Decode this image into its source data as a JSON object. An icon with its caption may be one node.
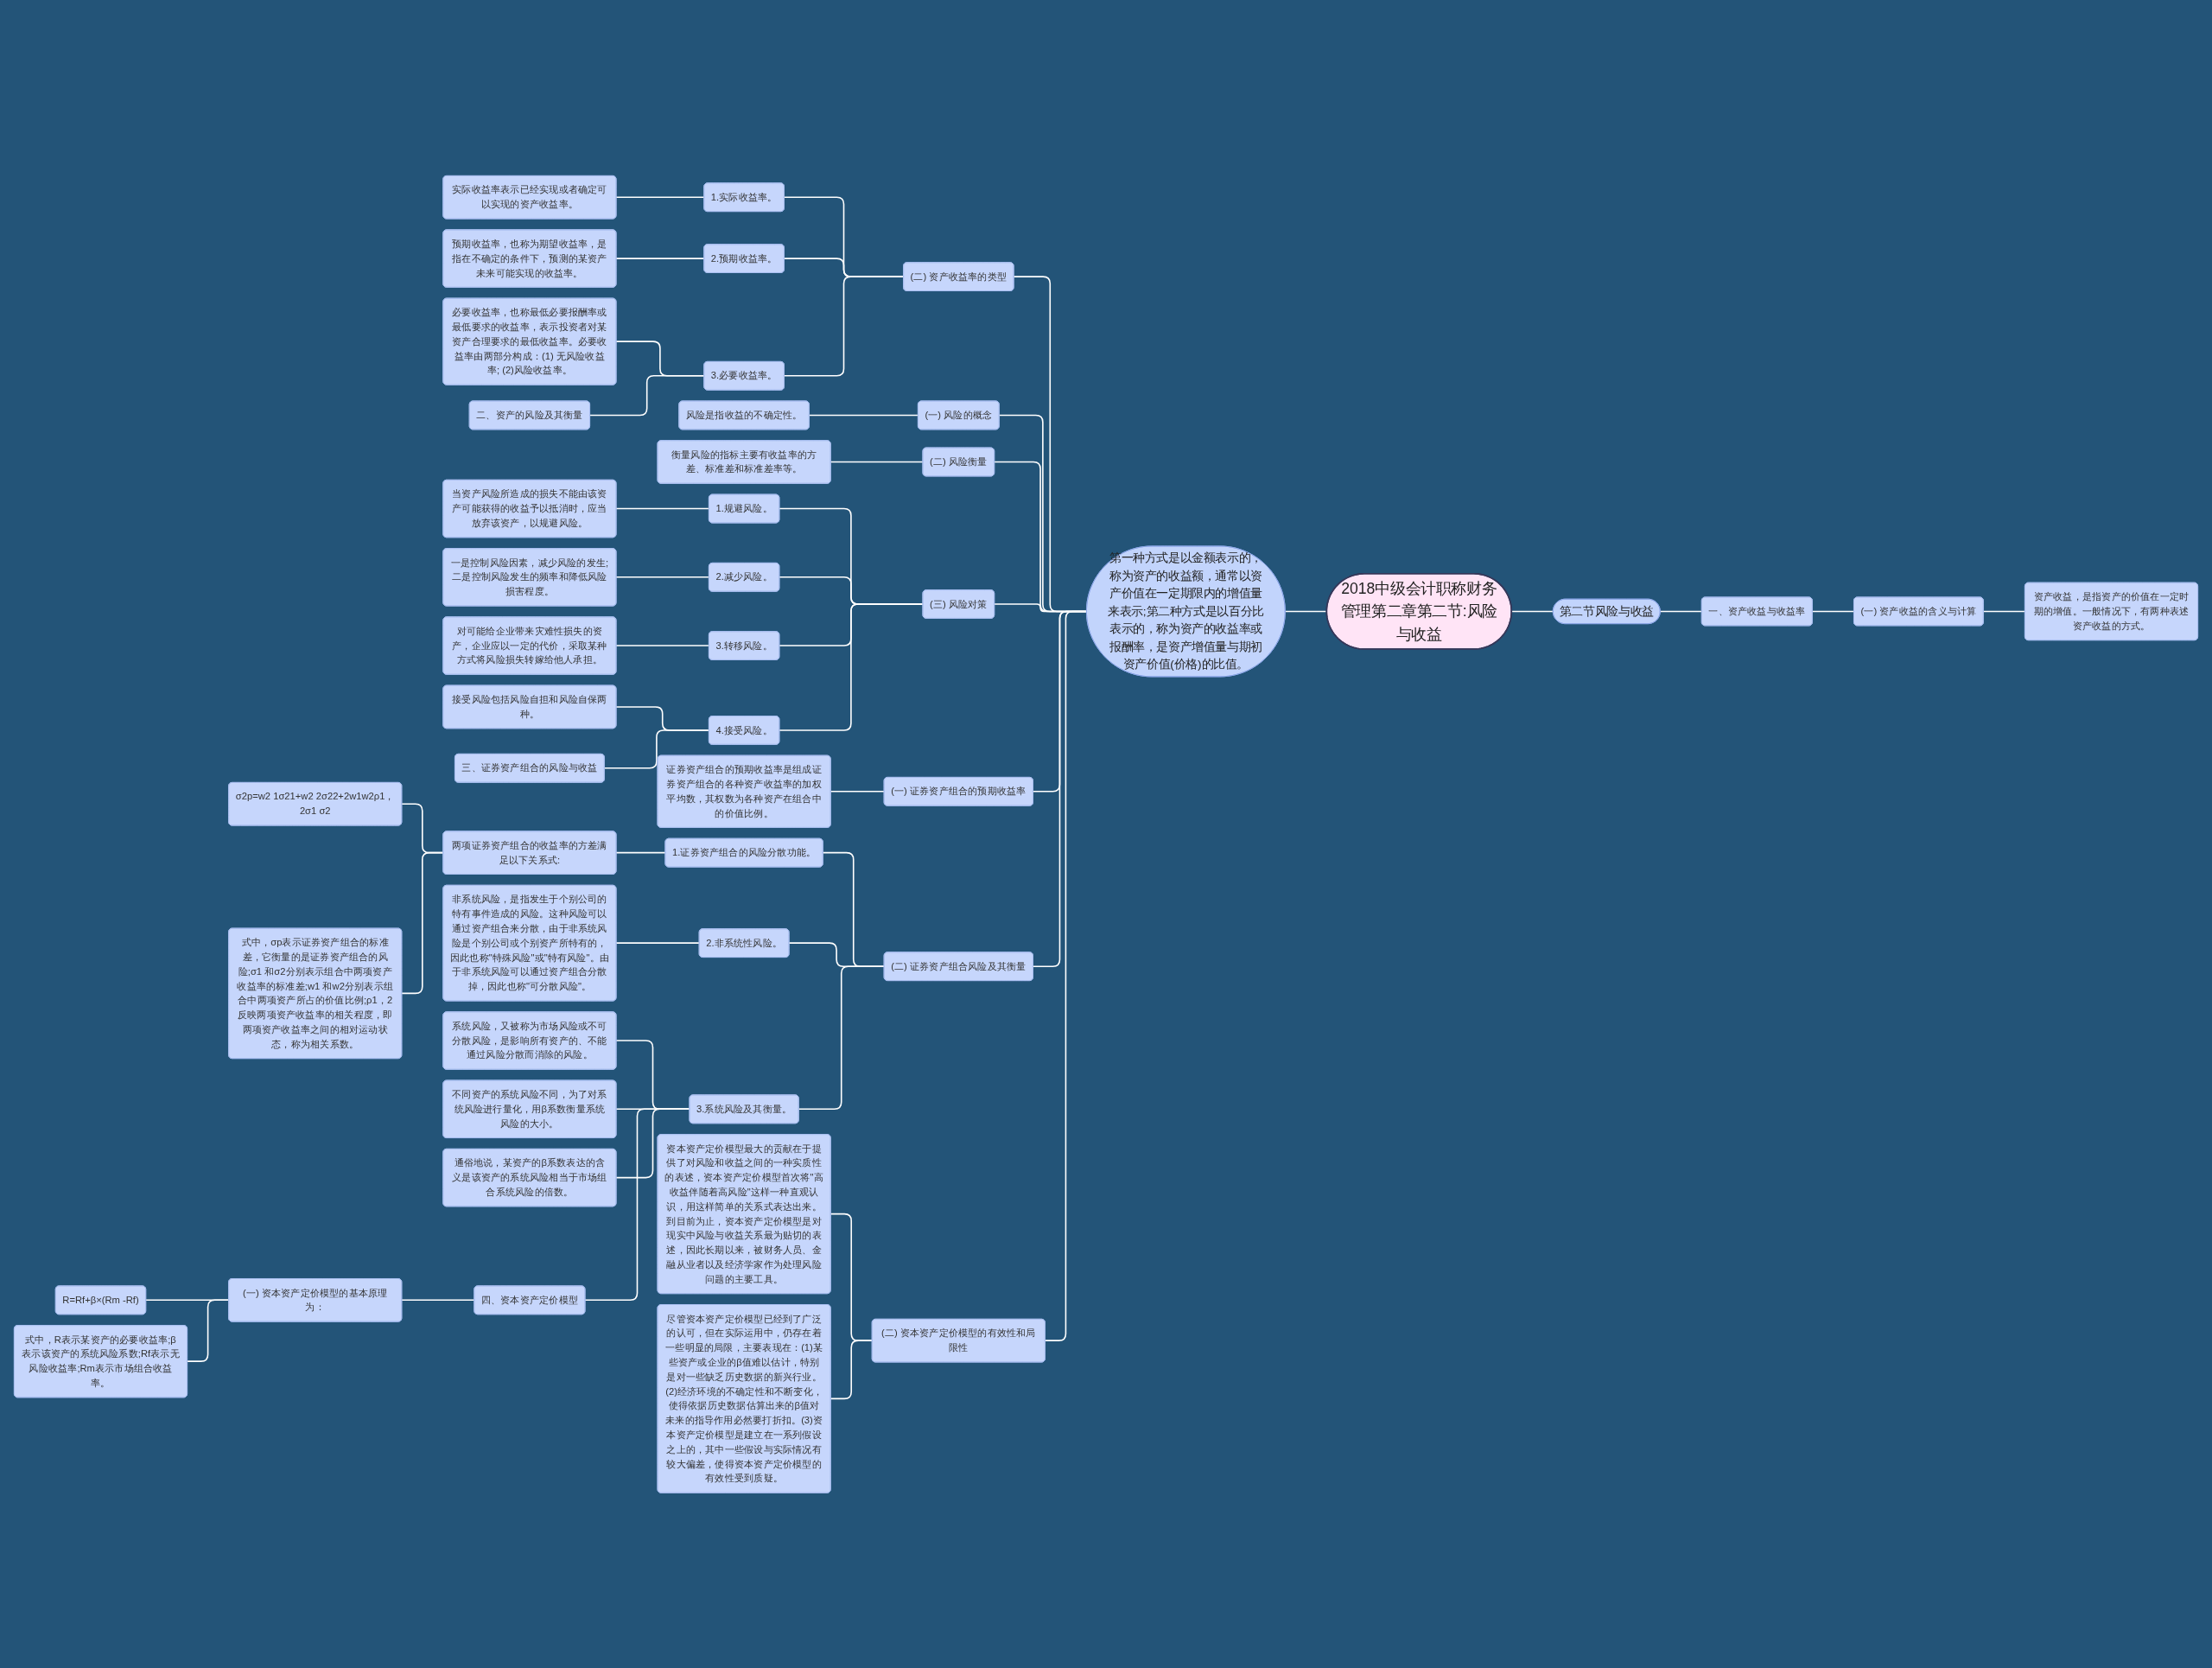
{
  "diagram": {
    "nodes": [
      {
        "text": [
          "2018中级会计职称财务管理第二章第二节:风险与收益"
        ]
      },
      {
        "text": [
          "第二节风险与收益"
        ]
      },
      {
        "text": [
          "一、资产收益与收益率"
        ]
      },
      {
        "text": [
          "(一) 资产收益的含义与计算"
        ]
      },
      {
        "text": [
          "资产收益，是指资产的价值在一定时期的增值。一般情况下，有两种表述资产收益的方式。"
        ]
      },
      {
        "text": [
          "第一种方式是以金额表示的，称为资产的收益额，通常以资产价值在一定期限内的增值量来表示;第二种方式是以百分比表示的，称为资产的收益率或报酬率，是资产增值量与期初资产价值(价格)的比值。"
        ]
      },
      {
        "text": [
          "(二) 资产收益率的类型"
        ]
      },
      {
        "text": [
          "1.实际收益率。"
        ]
      },
      {
        "text": [
          "实际收益率表示已经实现或者确定可以实现的资产收益率。"
        ]
      },
      {
        "text": [
          "2.预期收益率。"
        ]
      },
      {
        "text": [
          "预期收益率，也称为期望收益率，是指在不确定的条件下，预测的某资产未来可能实现的收益率。"
        ]
      },
      {
        "text": [
          "3.必要收益率。"
        ]
      },
      {
        "text": [
          "必要收益率，也称最低必要报酬率或最低要求的收益率，表示投资者对某资产合理要求的最低收益率。必要收益率由两部分构成：(1) 无风险收益率; (2)风险收益率。"
        ]
      },
      {
        "text": [
          "二、资产的风险及其衡量"
        ]
      },
      {
        "text": [
          "(一) 风险的概念"
        ]
      },
      {
        "text": [
          "风险是指收益的不确定性。"
        ]
      },
      {
        "text": [
          "(二) 风险衡量"
        ]
      },
      {
        "text": [
          "衡量风险的指标主要有收益率的方差、标准差和标准差率等。"
        ]
      },
      {
        "text": [
          "(三) 风险对策"
        ]
      },
      {
        "text": [
          "1.规避风险。"
        ]
      },
      {
        "text": [
          "当资产风险所造成的损失不能由该资产可能获得的收益予以抵消时，应当放弃该资产，以规避风险。"
        ]
      },
      {
        "text": [
          "2.减少风险。"
        ]
      },
      {
        "text": [
          "一是控制风险因素，减少风险的发生;二是控制风险发生的频率和降低风险损害程度。"
        ]
      },
      {
        "text": [
          "3.转移风险。"
        ]
      },
      {
        "text": [
          "对可能给企业带来灾难性损失的资产，企业应以一定的代价，采取某种方式将风险损失转嫁给他人承担。"
        ]
      },
      {
        "text": [
          "4.接受风险。"
        ]
      },
      {
        "text": [
          "接受风险包括风险自担和风险自保两种。"
        ]
      },
      {
        "text": [
          "三、证券资产组合的风险与收益"
        ]
      },
      {
        "text": [
          "(一) 证券资产组合的预期收益率"
        ]
      },
      {
        "text": [
          "证券资产组合的预期收益率是组成证券资产组合的各种资产收益率的加权平均数，其权数为各种资产在组合中的价值比例。"
        ]
      },
      {
        "text": [
          "(二) 证券资产组合风险及其衡量"
        ]
      },
      {
        "text": [
          "1.证券资产组合的风险分散功能。"
        ]
      },
      {
        "text": [
          "两项证券资产组合的收益率的方差满足以下关系式:"
        ]
      },
      {
        "text": [
          "σ2p=w2 1σ21+w2 2σ22+2w1w2ρ1，2σ1 σ2"
        ]
      },
      {
        "text": [
          "式中，σp表示证券资产组合的标准差，它衡量的是证券资产组合的风险;σ1 和σ2分别表示组合中两项资产收益率的标准差;w1 和w2分别表示组合中两项资产所占的价值比例;ρ1，2反映两项资产收益率的相关程度，即两项资产收益率之间的相对运动状态，称为相关系数。"
        ]
      },
      {
        "text": [
          "2.非系统性风险。"
        ]
      },
      {
        "text": [
          "非系统风险，是指发生于个别公司的特有事件造成的风险。这种风险可以通过资产组合来分散，由于非系统风险是个别公司或个别资产所特有的，因此也称\"特殊风险\"或\"特有风险\"。由于非系统风险可以通过资产组合分散掉，因此也称\"可分散风险\"。"
        ]
      },
      {
        "text": [
          "3.系统风险及其衡量。"
        ]
      },
      {
        "text": [
          "系统风险，又被称为市场风险或不可分散风险，是影响所有资产的、不能通过风险分散而消除的风险。"
        ]
      },
      {
        "text": [
          "不同资产的系统风险不同，为了对系统风险进行量化，用β系数衡量系统风险的大小。"
        ]
      },
      {
        "text": [
          "通俗地说，某资产的β系数表达的含义是该资产的系统风险相当于市场组合系统风险的倍数。"
        ]
      },
      {
        "text": [
          "四、资本资产定价模型"
        ]
      },
      {
        "text": [
          "(一) 资本资产定价模型的基本原理为："
        ]
      },
      {
        "text": [
          "R=Rf+β×(Rm -Rf)"
        ]
      },
      {
        "text": [
          "式中，R表示某资产的必要收益率;β表示该资产的系统风险系数;Rf表示无风险收益率;Rm表示市场组合收益率。"
        ]
      },
      {
        "text": [
          "(二) 资本资产定价模型的有效性和局限性"
        ]
      },
      {
        "text": [
          "资本资产定价模型最大的贡献在于提供了对风险和收益之间的一种实质性的表述，资本资产定价模型首次将\"高收益伴随着高风险\"这样一种直观认识，用这样简单的关系式表达出来。到目前为止，资本资产定价模型是对现实中风险与收益关系最为贴切的表述，因此长期以来，被财务人员、金融从业者以及经济学家作为处理风险问题的主要工具。"
        ]
      },
      {
        "text": [
          "尽管资本资产定价模型已经到了广泛的认可，但在实际运用中，仍存在着一些明显的局限，主要表现在：(1)某些资产或企业的β值难以估计，特别是对一些缺乏历史数据的新兴行业。(2)经济环境的不确定性和不断变化，使得依据历史数据估算出来的β值对未来的指导作用必然要打折扣。(3)资本资产定价模型是建立在一系列假设之上的，其中一些假设与实际情况有较大偏差，使得资本资产定价模型的有效性受到质疑。"
        ]
      }
    ],
    "edges": [
      {
        "from": 0,
        "to": 1,
        "arrow": "none"
      },
      {
        "from": 1,
        "to": 2,
        "arrow": "none"
      },
      {
        "from": 2,
        "to": 3,
        "arrow": "none"
      },
      {
        "from": 3,
        "to": 4,
        "arrow": "none"
      },
      {
        "from": 0,
        "to": 5,
        "arrow": "none"
      },
      {
        "from": 5,
        "to": 6,
        "arrow": "none"
      },
      {
        "from": 6,
        "to": 7,
        "arrow": "none"
      },
      {
        "from": 7,
        "to": 8,
        "arrow": "none"
      },
      {
        "from": 6,
        "to": 9,
        "arrow": "none"
      },
      {
        "from": 9,
        "to": 10,
        "arrow": "none"
      },
      {
        "from": 6,
        "to": 11,
        "arrow": "none"
      },
      {
        "from": 11,
        "to": 12,
        "arrow": "none"
      },
      {
        "from": 11,
        "to": 13,
        "arrow": "none"
      },
      {
        "from": 5,
        "to": 14,
        "arrow": "none"
      },
      {
        "from": 14,
        "to": 15,
        "arrow": "none"
      },
      {
        "from": 5,
        "to": 16,
        "arrow": "none"
      },
      {
        "from": 16,
        "to": 17,
        "arrow": "none"
      },
      {
        "from": 5,
        "to": 18,
        "arrow": "none"
      },
      {
        "from": 18,
        "to": 19,
        "arrow": "none"
      },
      {
        "from": 19,
        "to": 20,
        "arrow": "none"
      },
      {
        "from": 18,
        "to": 21,
        "arrow": "none"
      },
      {
        "from": 21,
        "to": 22,
        "arrow": "none"
      },
      {
        "from": 18,
        "to": 23,
        "arrow": "none"
      },
      {
        "from": 23,
        "to": 24,
        "arrow": "none"
      },
      {
        "from": 18,
        "to": 25,
        "arrow": "none"
      },
      {
        "from": 25,
        "to": 26,
        "arrow": "none"
      },
      {
        "from": 25,
        "to": 27,
        "arrow": "none"
      },
      {
        "from": 5,
        "to": 28,
        "arrow": "none"
      },
      {
        "from": 28,
        "to": 29,
        "arrow": "none"
      },
      {
        "from": 5,
        "to": 30,
        "arrow": "none"
      },
      {
        "from": 30,
        "to": 31,
        "arrow": "none"
      },
      {
        "from": 31,
        "to": 32,
        "arrow": "none"
      },
      {
        "from": 32,
        "to": 33,
        "arrow": "none"
      },
      {
        "from": 32,
        "to": 34,
        "arrow": "none"
      },
      {
        "from": 30,
        "to": 35,
        "arrow": "none"
      },
      {
        "from": 35,
        "to": 36,
        "arrow": "none"
      },
      {
        "from": 30,
        "to": 37,
        "arrow": "none"
      },
      {
        "from": 37,
        "to": 38,
        "arrow": "none"
      },
      {
        "from": 37,
        "to": 39,
        "arrow": "none"
      },
      {
        "from": 37,
        "to": 40,
        "arrow": "none"
      },
      {
        "from": 37,
        "to": 41,
        "arrow": "none"
      },
      {
        "from": 41,
        "to": 42,
        "arrow": "none"
      },
      {
        "from": 42,
        "to": 43,
        "arrow": "none"
      },
      {
        "from": 42,
        "to": 44,
        "arrow": "none"
      },
      {
        "from": 5,
        "to": 45,
        "arrow": "none"
      },
      {
        "from": 45,
        "to": 46,
        "arrow": "none"
      },
      {
        "from": 45,
        "to": 47,
        "arrow": "none"
      }
    ]
  }
}
